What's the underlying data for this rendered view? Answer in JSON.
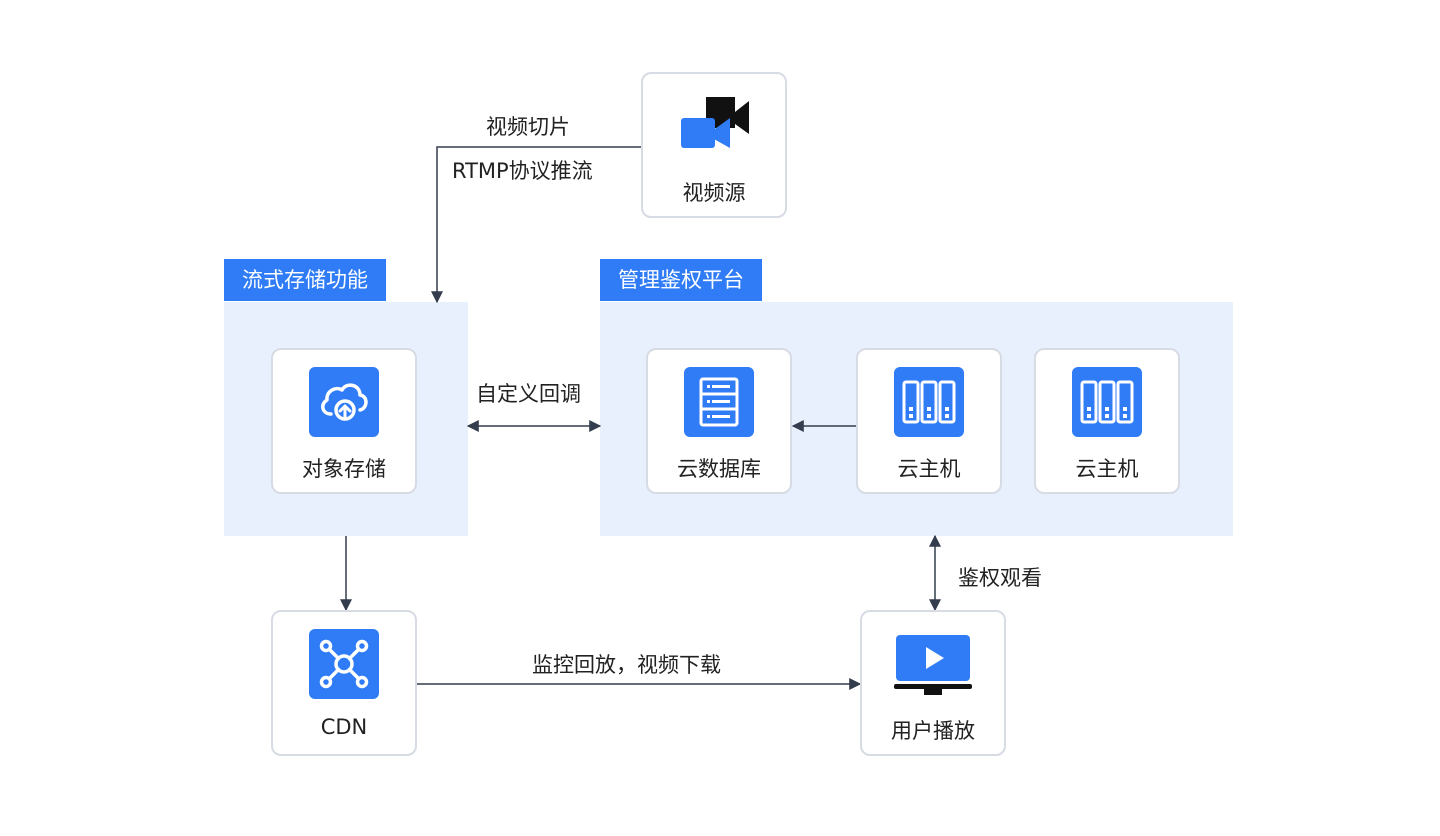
{
  "groups": {
    "stream_storage": {
      "title": "流式存储功能"
    },
    "auth_platform": {
      "title": "管理鉴权平台"
    }
  },
  "nodes": {
    "video_source": {
      "label": "视频源",
      "icon": "video-camera-icon"
    },
    "object_storage": {
      "label": "对象存储",
      "icon": "cloud-upload-icon"
    },
    "cloud_db": {
      "label": "云数据库",
      "icon": "database-server-icon"
    },
    "cloud_host_1": {
      "label": "云主机",
      "icon": "server-icon"
    },
    "cloud_host_2": {
      "label": "云主机",
      "icon": "server-icon"
    },
    "cdn": {
      "label": "CDN",
      "icon": "network-hub-icon"
    },
    "user_playback": {
      "label": "用户播放",
      "icon": "monitor-play-icon"
    }
  },
  "edges": {
    "push_line1": "视频切片",
    "push_line2": "RTMP协议推流",
    "callback": "自定义回调",
    "auth_watch": "鉴权观看",
    "download": "监控回放，视频下载"
  },
  "colors": {
    "accent": "#2f7cf6",
    "panel": "#e8f0fd",
    "line": "#333d4d",
    "border": "#d7dbe3"
  }
}
